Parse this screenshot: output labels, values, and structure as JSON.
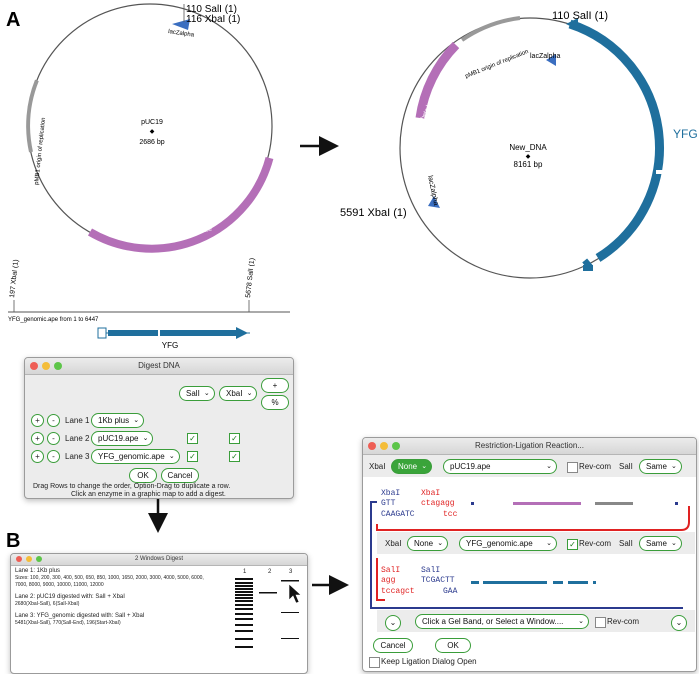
{
  "panel_a": {
    "letter": "A"
  },
  "panel_b": {
    "letter": "B"
  },
  "colors": {
    "beta": "#b46fb7",
    "yfg": "#1f6f9d",
    "green": "#3a9d3a",
    "red": "#e02222",
    "navy": "#2b3a8e"
  },
  "puc19_map": {
    "name": "pUC19",
    "size": "2686 bp",
    "site_top_1": "110 SalI (1)",
    "site_top_2": "116 XbaI (1)",
    "feature_lacz": "lacZalpha",
    "feature_ori": "pMB1 origin of replication",
    "feature_bla": "beta-lactamase"
  },
  "new_dna_map": {
    "name": "New_DNA",
    "size": "8161 bp",
    "site_top": "110 SalI (1)",
    "site_left": "5591 XbaI (1)",
    "feature_ori": "pMB1 origin of replication",
    "feature_lacz_top": "lacZalpha",
    "feature_lacz_left": "lacZalpha",
    "feature_bla": "beta-lactamase",
    "feature_yfg": "YFG"
  },
  "linear_map": {
    "site_left": "197 XbaI (1)",
    "site_right": "5678 SalI (1)",
    "caption": "YFG_genomic.ape from 1 to 6447",
    "feature": "YFG"
  },
  "digest_window": {
    "title": "Digest DNA",
    "enzyme1": "SalI",
    "enzyme2": "XbaI",
    "plus": "+",
    "percent": "%",
    "lanes": [
      {
        "label": "Lane 1",
        "value": "1Kb plus"
      },
      {
        "label": "Lane 2",
        "value": "pUC19.ape"
      },
      {
        "label": "Lane 3",
        "value": "YFG_genomic.ape"
      }
    ],
    "ok": "OK",
    "cancel": "Cancel",
    "help1": "Drag Rows to change the order, Option-Drag to duplicate a row.",
    "help2": "Click an enzyme in a graphic map to add a digest."
  },
  "gel_window": {
    "title": "2 Windows Digest",
    "lane1_title": "Lane 1: 1Kb plus",
    "lane1_sizes_a": "Sizes: 100, 200, 300, 400, 500, 650, 850, 1000, 1650, 2000, 3000, 4000, 5000, 6000,",
    "lane1_sizes_b": "7000, 8000, 9000, 10000, 11000, 12000",
    "lane2_title": "Lane 2: pUC19 digested with: SalI + XbaI",
    "lane2_frag": "2680(XbaI-SalI), 6(SalI-XbaI)",
    "lane3_title": "Lane 3: YFG_genomic digested with: SalI + XbaI",
    "lane3_frag": "5481(XbaI-SalI), 770(SalI-End), 196(Start-XbaI)",
    "lane_nums": [
      "1",
      "2",
      "3"
    ]
  },
  "ligation_window": {
    "title": "Restriction-Ligation Reaction...",
    "row1": {
      "enzyme_a": "XbaI",
      "end_a": "None",
      "file": "pUC19.ape",
      "revcom": "Rev-com",
      "enzyme_b": "SalI",
      "end_b": "Same"
    },
    "seq1": {
      "site1": "XbaI",
      "site2": "XbaI",
      "top_a": "GTT",
      "top_b": "ctagagg",
      "bot_a": "CAAGATC",
      "bot_b": "tcc"
    },
    "row2": {
      "enzyme_a": "XbaI",
      "end_a": "None",
      "file": "YFG_genomic.ape",
      "revcom": "Rev-com",
      "enzyme_b": "SalI",
      "end_b": "Same"
    },
    "seq2": {
      "site1": "SalI",
      "site2": "SalI",
      "top_a": "agg",
      "top_b": "TCGACTT",
      "bot_a": "tccagct",
      "bot_b": "GAA"
    },
    "row3": {
      "choice": "Click a Gel Band, or Select a Window....",
      "revcom": "Rev-com"
    },
    "cancel": "Cancel",
    "ok": "OK",
    "keep_open": "Keep Ligation Dialog Open"
  }
}
